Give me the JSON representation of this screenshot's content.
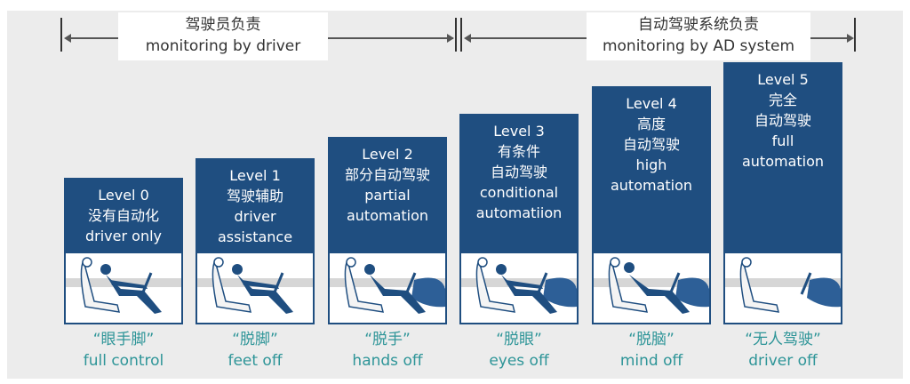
{
  "header": {
    "driver": {
      "zh": "驾驶员负责",
      "en": "monitoring by driver"
    },
    "system": {
      "zh": "自动驾驶系统负责",
      "en": "monitoring by AD system"
    }
  },
  "colors": {
    "box": "#1f4e80",
    "caption": "#2e9598",
    "background": "#ececec"
  },
  "levels": [
    {
      "level": "Level 0",
      "zh": "没有自动化",
      "en": "driver only",
      "quote": "“眼手脚”",
      "caption": "full control"
    },
    {
      "level": "Level 1",
      "zh": "驾驶辅助",
      "en": "driver",
      "en2": "assistance",
      "quote": "“脱脚”",
      "caption": "feet off"
    },
    {
      "level": "Level 2",
      "zh": "部分自动驾驶",
      "en": "partial",
      "en2": "automation",
      "quote": "“脱手”",
      "caption": "hands off"
    },
    {
      "level": "Level 3",
      "zh": "有条件",
      "zh2": "自动驾驶",
      "en": "conditional",
      "en2": "automatiion",
      "quote": "“脱眼”",
      "caption": "eyes off"
    },
    {
      "level": "Level 4",
      "zh": "高度",
      "zh2": "自动驾驶",
      "en": "high",
      "en2": "automation",
      "quote": "“脱脑”",
      "caption": "mind off"
    },
    {
      "level": "Level 5",
      "zh": "完全",
      "zh2": "自动驾驶",
      "en": "full",
      "en2": "automation",
      "quote": "“无人驾驶”",
      "caption": "driver off"
    }
  ]
}
